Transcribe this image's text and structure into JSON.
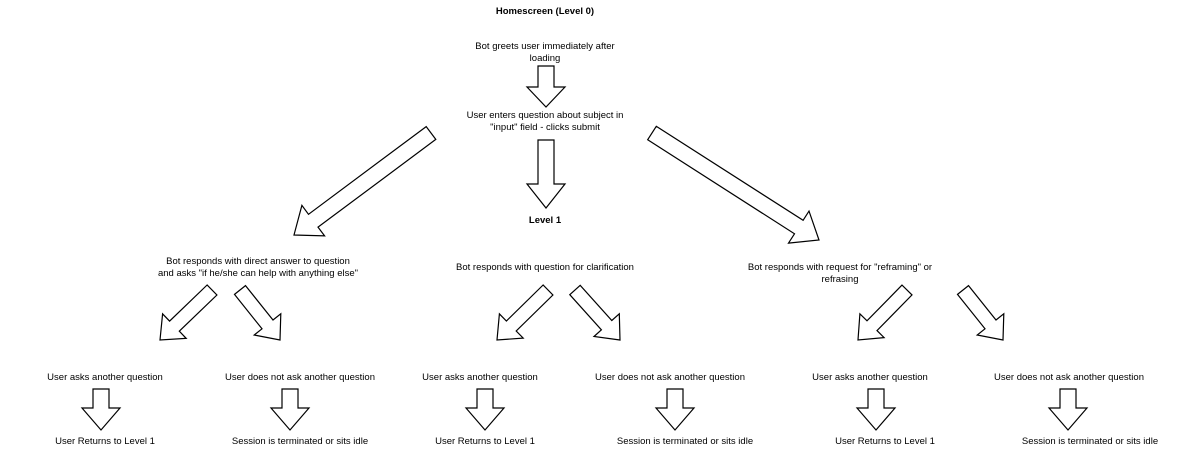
{
  "home": {
    "title": "Homescreen (Level 0)",
    "greet_line1": "Bot greets user immediately after",
    "greet_line2": "loading",
    "question_line1": "User enters question about subject in",
    "question_line2": "\"input\" field - clicks submit"
  },
  "level1": {
    "title": "Level 1"
  },
  "branches": [
    {
      "response_line1": "Bot responds with direct answer to question",
      "response_line2": "and asks \"if he/she can help with anything else\"",
      "ask": "User asks another question",
      "not_ask": "User does not ask another question",
      "ask_result": "User Returns to Level 1",
      "not_ask_result": "Session is terminated or sits idle"
    },
    {
      "response_line1": "Bot responds with question for clarification",
      "ask": "User asks another question",
      "not_ask": "User does not ask another question",
      "ask_result": "User Returns to Level 1",
      "not_ask_result": "Session is terminated or sits idle"
    },
    {
      "response_line1": "Bot responds with request for \"reframing\" or",
      "response_line2": "refrasing",
      "ask": "User asks another question",
      "not_ask": "User does not ask another question",
      "ask_result": "User Returns to Level 1",
      "not_ask_result": "Session is terminated or sits idle"
    }
  ]
}
